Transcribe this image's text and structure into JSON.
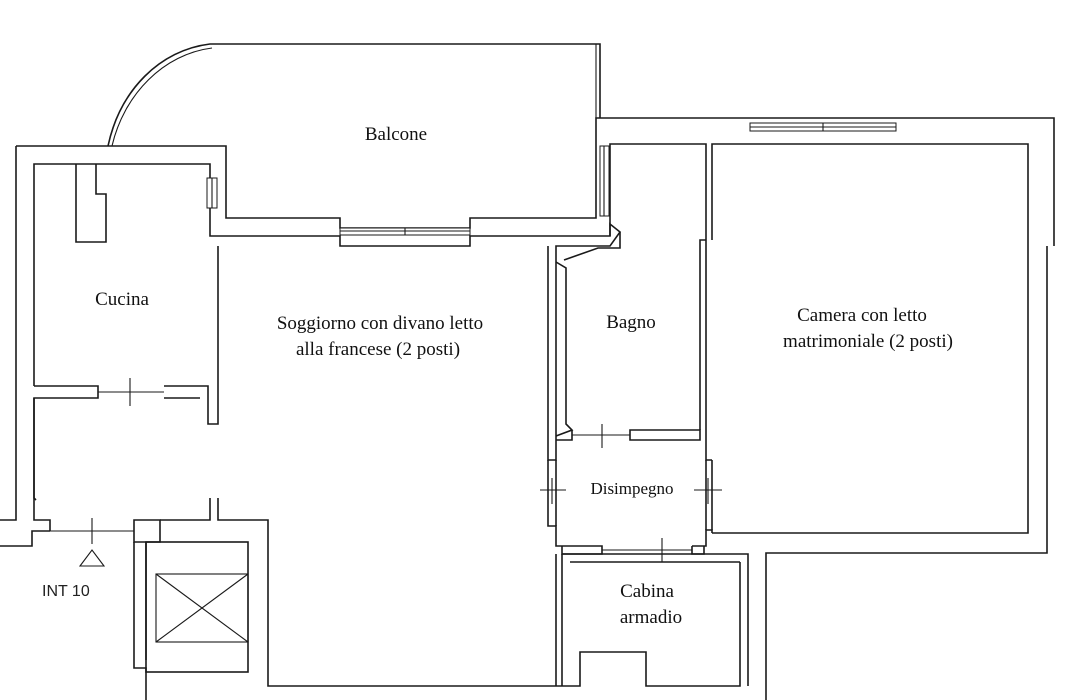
{
  "rooms": {
    "balcone": "Balcone",
    "cucina": "Cucina",
    "soggiorno_line1": "Soggiorno con divano letto",
    "soggiorno_line2": "alla francese (2 posti)",
    "bagno": "Bagno",
    "camera_line1": "Camera con letto",
    "camera_line2": "matrimoniale (2 posti)",
    "disimpegno": "Disimpegno",
    "cabina_line1": "Cabina",
    "cabina_line2": "armadio"
  },
  "entrance": {
    "label": "INT 10"
  }
}
